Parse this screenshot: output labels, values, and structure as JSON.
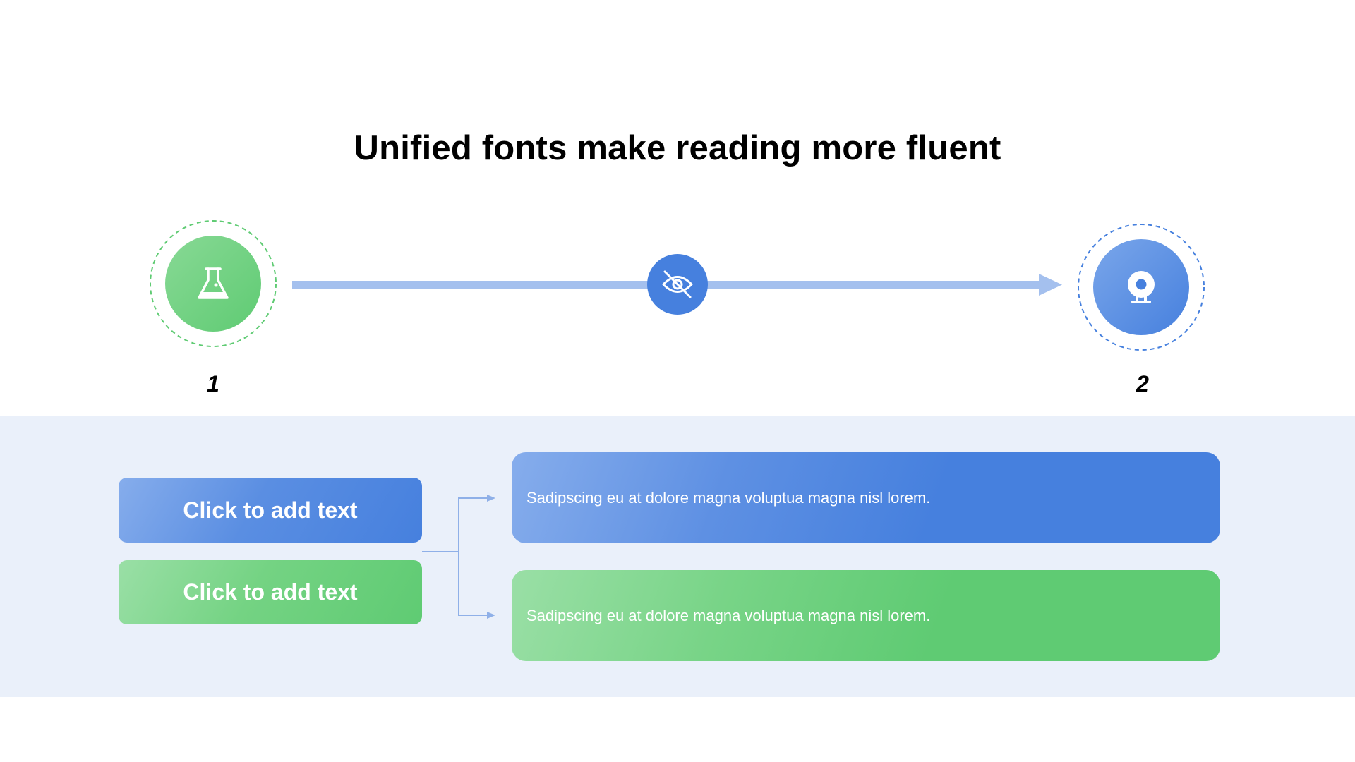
{
  "title": "Unified fonts make reading more fluent",
  "steps": [
    {
      "number": "1",
      "icon": "flask-icon",
      "color": "#5fcb73"
    },
    {
      "number": "2",
      "icon": "webcam-icon",
      "color": "#4680de"
    }
  ],
  "middle_icon": "eye-slash-icon",
  "colors": {
    "blue": "#4680de",
    "green": "#5fcb73",
    "line": "#a4c0ee",
    "band": "#eaf0fa"
  },
  "pills": [
    {
      "label": "Click to add text",
      "color": "blue"
    },
    {
      "label": "Click to add text",
      "color": "green"
    }
  ],
  "cards": [
    {
      "text": "Sadipscing eu at dolore magna voluptua magna nisl lorem.",
      "color": "blue"
    },
    {
      "text": "Sadipscing eu at dolore magna voluptua magna nisl lorem.",
      "color": "green"
    }
  ]
}
